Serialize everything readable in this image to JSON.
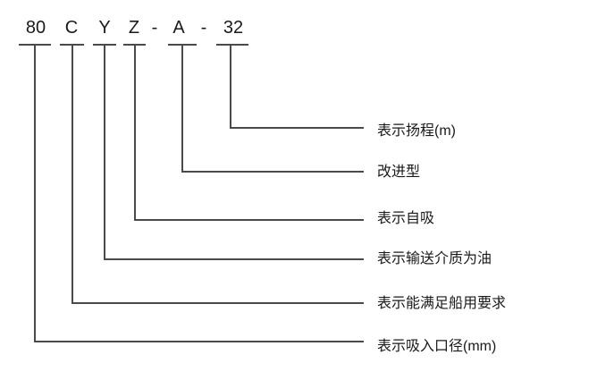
{
  "page": {
    "background_color": "#ffffff",
    "line_color": "#4a4a4a",
    "text_color": "#1a1a1a"
  },
  "model_code": {
    "segments": [
      "80",
      "C",
      "Y",
      "Z",
      "-",
      "A",
      "-",
      "32"
    ]
  },
  "annotations": [
    {
      "segment": "32",
      "label": "表示扬程(m)"
    },
    {
      "segment": "A",
      "label": "改进型"
    },
    {
      "segment": "Z",
      "label": "表示自吸"
    },
    {
      "segment": "Y",
      "label": "表示输送介质为油"
    },
    {
      "segment": "C",
      "label": "表示能满足船用要求"
    },
    {
      "segment": "80",
      "label": "表示吸入口径(mm)"
    }
  ]
}
